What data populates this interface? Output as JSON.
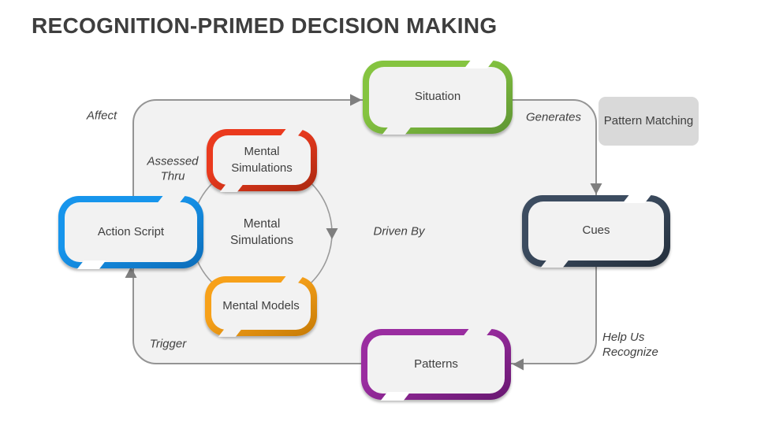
{
  "title": "RECOGNITION-PRIMED DECISION MAKING",
  "nodes": {
    "situation": {
      "label": "Situation"
    },
    "mental_simulations_box": {
      "label": "Mental Simulations"
    },
    "mental_simulations_center": {
      "label": "Mental Simulations"
    },
    "mental_models": {
      "label": "Mental Models"
    },
    "action_script": {
      "label": "Action Script"
    },
    "cues": {
      "label": "Cues"
    },
    "patterns": {
      "label": "Patterns"
    },
    "pattern_matching": {
      "label": "Pattern Matching"
    }
  },
  "annotations": {
    "affect": "Affect",
    "generates": "Generates",
    "assessed_thru": "Assessed Thru",
    "driven_by": "Driven By",
    "trigger": "Trigger",
    "help_us_recognize": "Help Us Recognize"
  },
  "colors": {
    "situation": {
      "top": "#85C440",
      "bottom": "#5E9434"
    },
    "mental_simulations_box": {
      "top": "#EA3A1E",
      "bottom": "#A8280F"
    },
    "mental_models": {
      "top": "#F7A11A",
      "bottom": "#C57A05"
    },
    "action_script": {
      "top": "#1795EC",
      "bottom": "#0C6CB8"
    },
    "cues": {
      "top": "#3C4C60",
      "bottom": "#232E3B"
    },
    "patterns": {
      "top": "#9A2DA0",
      "bottom": "#671770"
    },
    "background_fill": "#F2F2F2",
    "connector_gray": "#7F7F7F",
    "title_text": "#3E3E3E"
  }
}
